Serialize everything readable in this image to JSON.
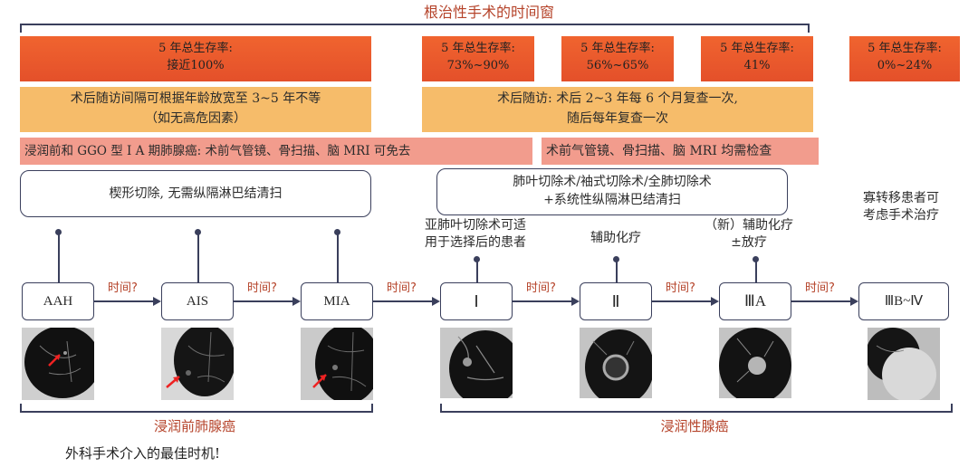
{
  "title": "根治性手术的时间窗",
  "survival": [
    {
      "line1": "5 年总生存率:",
      "line2": "接近100%"
    },
    {
      "line1": "5 年总生存率:",
      "line2": "73%~90%"
    },
    {
      "line1": "5 年总生存率:",
      "line2": "56%~65%"
    },
    {
      "line1": "5 年总生存率:",
      "line2": "41%"
    },
    {
      "line1": "5 年总生存率:",
      "line2": "0%~24%"
    }
  ],
  "followup": [
    {
      "line1": "术后随访间隔可根据年龄放宽至 3~5 年不等",
      "line2": "（如无高危因素）"
    },
    {
      "line1": "术后随访: 术后 2~3 年每 6 个月复查一次,",
      "line2": "随后每年复查一次"
    }
  ],
  "preop": [
    "浸润前和 GGO 型 Ⅰ A 期肺腺癌: 术前气管镜、骨扫描、脑 MRI 可免去",
    "术前气管镜、骨扫描、脑 MRI 均需检查"
  ],
  "surgery": {
    "left": "楔形切除, 无需纵隔淋巴结清扫",
    "right_line1": "肺叶切除术/袖式切除术/全肺切除术",
    "right_line2": "+系统性纵隔淋巴结清扫"
  },
  "notes": {
    "stage1_line1": "亚肺叶切除术可适",
    "stage1_line2": "用于选择后的患者",
    "stage2": "辅助化疗",
    "stage3a_line1": "（新）辅助化疗",
    "stage3a_line2": "±放疗",
    "stage3b_line1": "寡转移患者可",
    "stage3b_line2": "考虑手术治疗"
  },
  "stages": [
    "AAH",
    "AIS",
    "MIA",
    "Ⅰ",
    "Ⅱ",
    "ⅢA",
    "ⅢB~Ⅳ"
  ],
  "time_label": "时间?",
  "categories": {
    "preinvasive": "浸润前肺腺癌",
    "invasive": "浸润性腺癌"
  },
  "bottom_text": "外科手术介入的最佳时机!",
  "colors": {
    "survival": "#ec5a2a",
    "followup": "#f6bc6a",
    "preop": "#f29c8d",
    "accent_text": "#b5432a",
    "line": "#3a3f5c"
  }
}
